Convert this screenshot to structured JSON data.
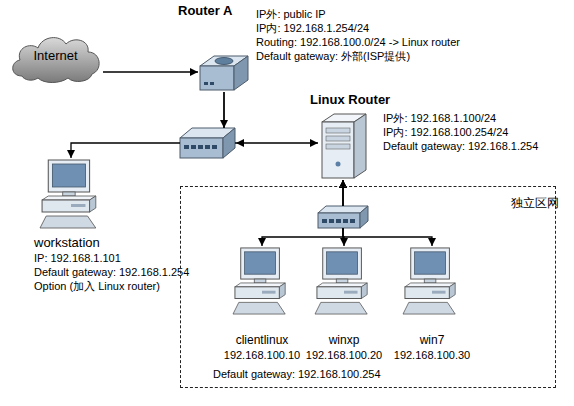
{
  "diagram": {
    "nodes": [
      {
        "text": [
          "Internet"
        ]
      },
      {
        "text": [
          "Router A",
          "IP外: public IP",
          "IP内: 192.168.1.254/24",
          "Routing: 192.168.100.0/24 -> Linux router",
          "Default gateway: 外部(ISP提供)"
        ]
      },
      {
        "text": [
          "Linux Router",
          "IP外: 192.168.1.100/24",
          "IP内: 192.168.100.254/24",
          "Default gateway: 192.168.1.254"
        ]
      },
      {
        "text": [
          "workstation",
          "IP: 192.168.1.101",
          "Default gateway: 192.168.1.254",
          "Option (加入 Linux router)"
        ]
      },
      {
        "text": [
          "独立区网"
        ]
      },
      {
        "text": [
          "clientlinux",
          "192.168.100.10"
        ],
        "in": 4
      },
      {
        "text": [
          "winxp",
          "192.168.100.20"
        ],
        "in": 4
      },
      {
        "text": [
          "win7",
          "192.168.100.30"
        ],
        "in": 4
      }
    ],
    "edges": [
      {
        "from": 0,
        "to": 1,
        "arrow": "to"
      },
      {
        "from": 1,
        "to": 3,
        "arrow": "to"
      },
      {
        "from": 1,
        "to": 2,
        "arrow": "to"
      },
      {
        "from": 2,
        "to": 5,
        "arrow": "both"
      },
      {
        "from": 2,
        "to": 6,
        "arrow": "both"
      },
      {
        "from": 2,
        "to": 7,
        "arrow": "both"
      }
    ],
    "labels": [
      "Default gateway: 192.168.100.254"
    ]
  }
}
